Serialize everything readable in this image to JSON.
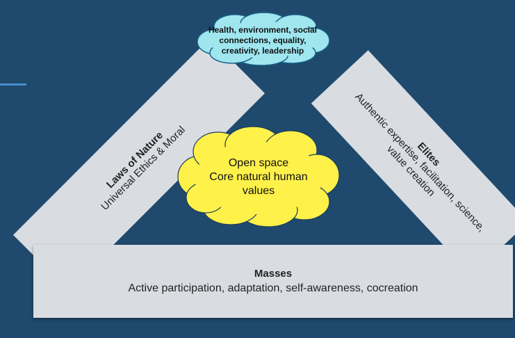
{
  "colors": {
    "background": "#1f4a6e",
    "beam": "#d9dde2",
    "top_cloud": "#9fe6ef",
    "center_cloud": "#fdf14a",
    "accent_line": "#4a90d0"
  },
  "top_cloud": {
    "lines": [
      "Health, environment, social",
      "connections, equality,",
      "creativity, leadership"
    ]
  },
  "center_cloud": {
    "lines": [
      "Open space",
      "Core natural human",
      "values"
    ]
  },
  "left_beam": {
    "title": "Laws of Nature",
    "subtitle": "Universal Ethics & Moral"
  },
  "right_beam": {
    "title": "Elites",
    "subtitle": "Authentic expertise, facilitation, science, value creation"
  },
  "bottom_beam": {
    "title": "Masses",
    "subtitle": "Active participation, adaptation, self-awareness, cocreation"
  }
}
